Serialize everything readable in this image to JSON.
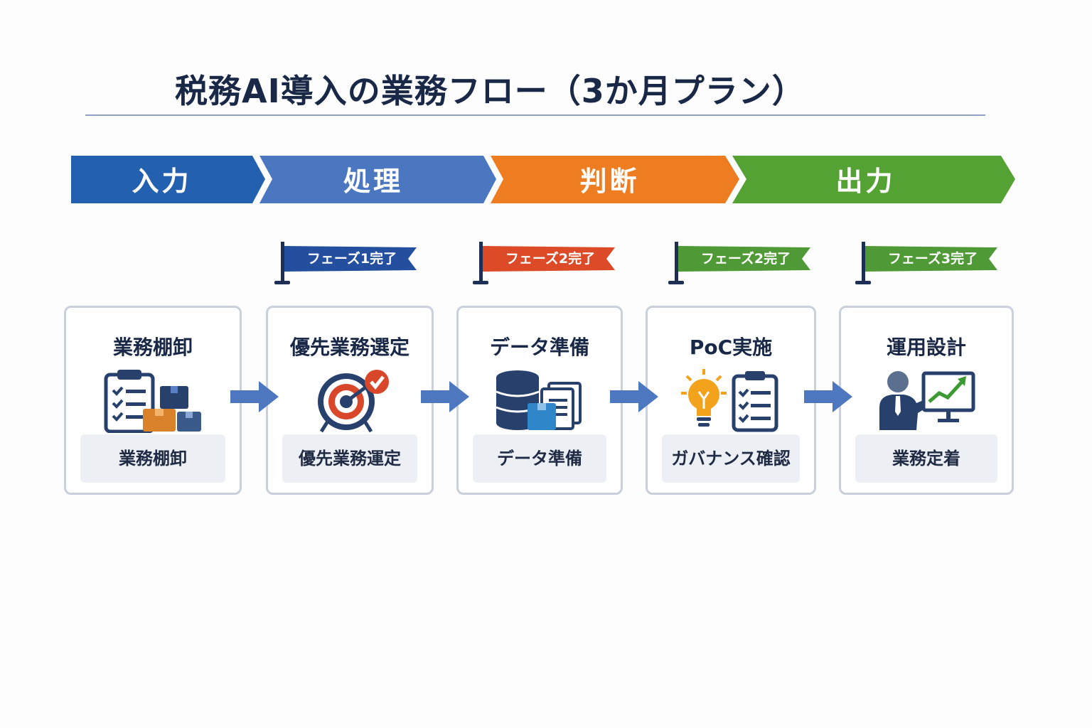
{
  "title": "税務AI導入の業務フロー（3か月プラン）",
  "phases": [
    {
      "label": "入力",
      "color": "#2460b0"
    },
    {
      "label": "処理",
      "color": "#4a77c0"
    },
    {
      "label": "判断",
      "color": "#ee7d22"
    },
    {
      "label": "出力",
      "color": "#54a233"
    }
  ],
  "milestones": [
    {
      "label": "フェーズ1完了",
      "color": "#244f9e"
    },
    {
      "label": "フェーズ2完了",
      "color": "#dc4a27"
    },
    {
      "label": "フェーズ2完了",
      "color": "#4f9a36"
    },
    {
      "label": "フェーズ3完了",
      "color": "#4f9a36"
    }
  ],
  "steps": [
    {
      "title": "業務棚卸",
      "footer": "業務棚卸",
      "icon": "clipboard-boxes-icon"
    },
    {
      "title": "優先業務選定",
      "footer": "優先業務運定",
      "icon": "target-check-icon"
    },
    {
      "title": "データ準備",
      "footer": "データ準備",
      "icon": "database-documents-icon"
    },
    {
      "title": "PoC実施",
      "footer": "ガバナンス確認",
      "icon": "lightbulb-checklist-icon"
    },
    {
      "title": "運用設計",
      "footer": "業務定着",
      "icon": "presenter-chart-icon"
    }
  ],
  "colors": {
    "arrow": "#4d78bf",
    "card_border": "#c9d0dc",
    "pole": "#1e2f55"
  }
}
